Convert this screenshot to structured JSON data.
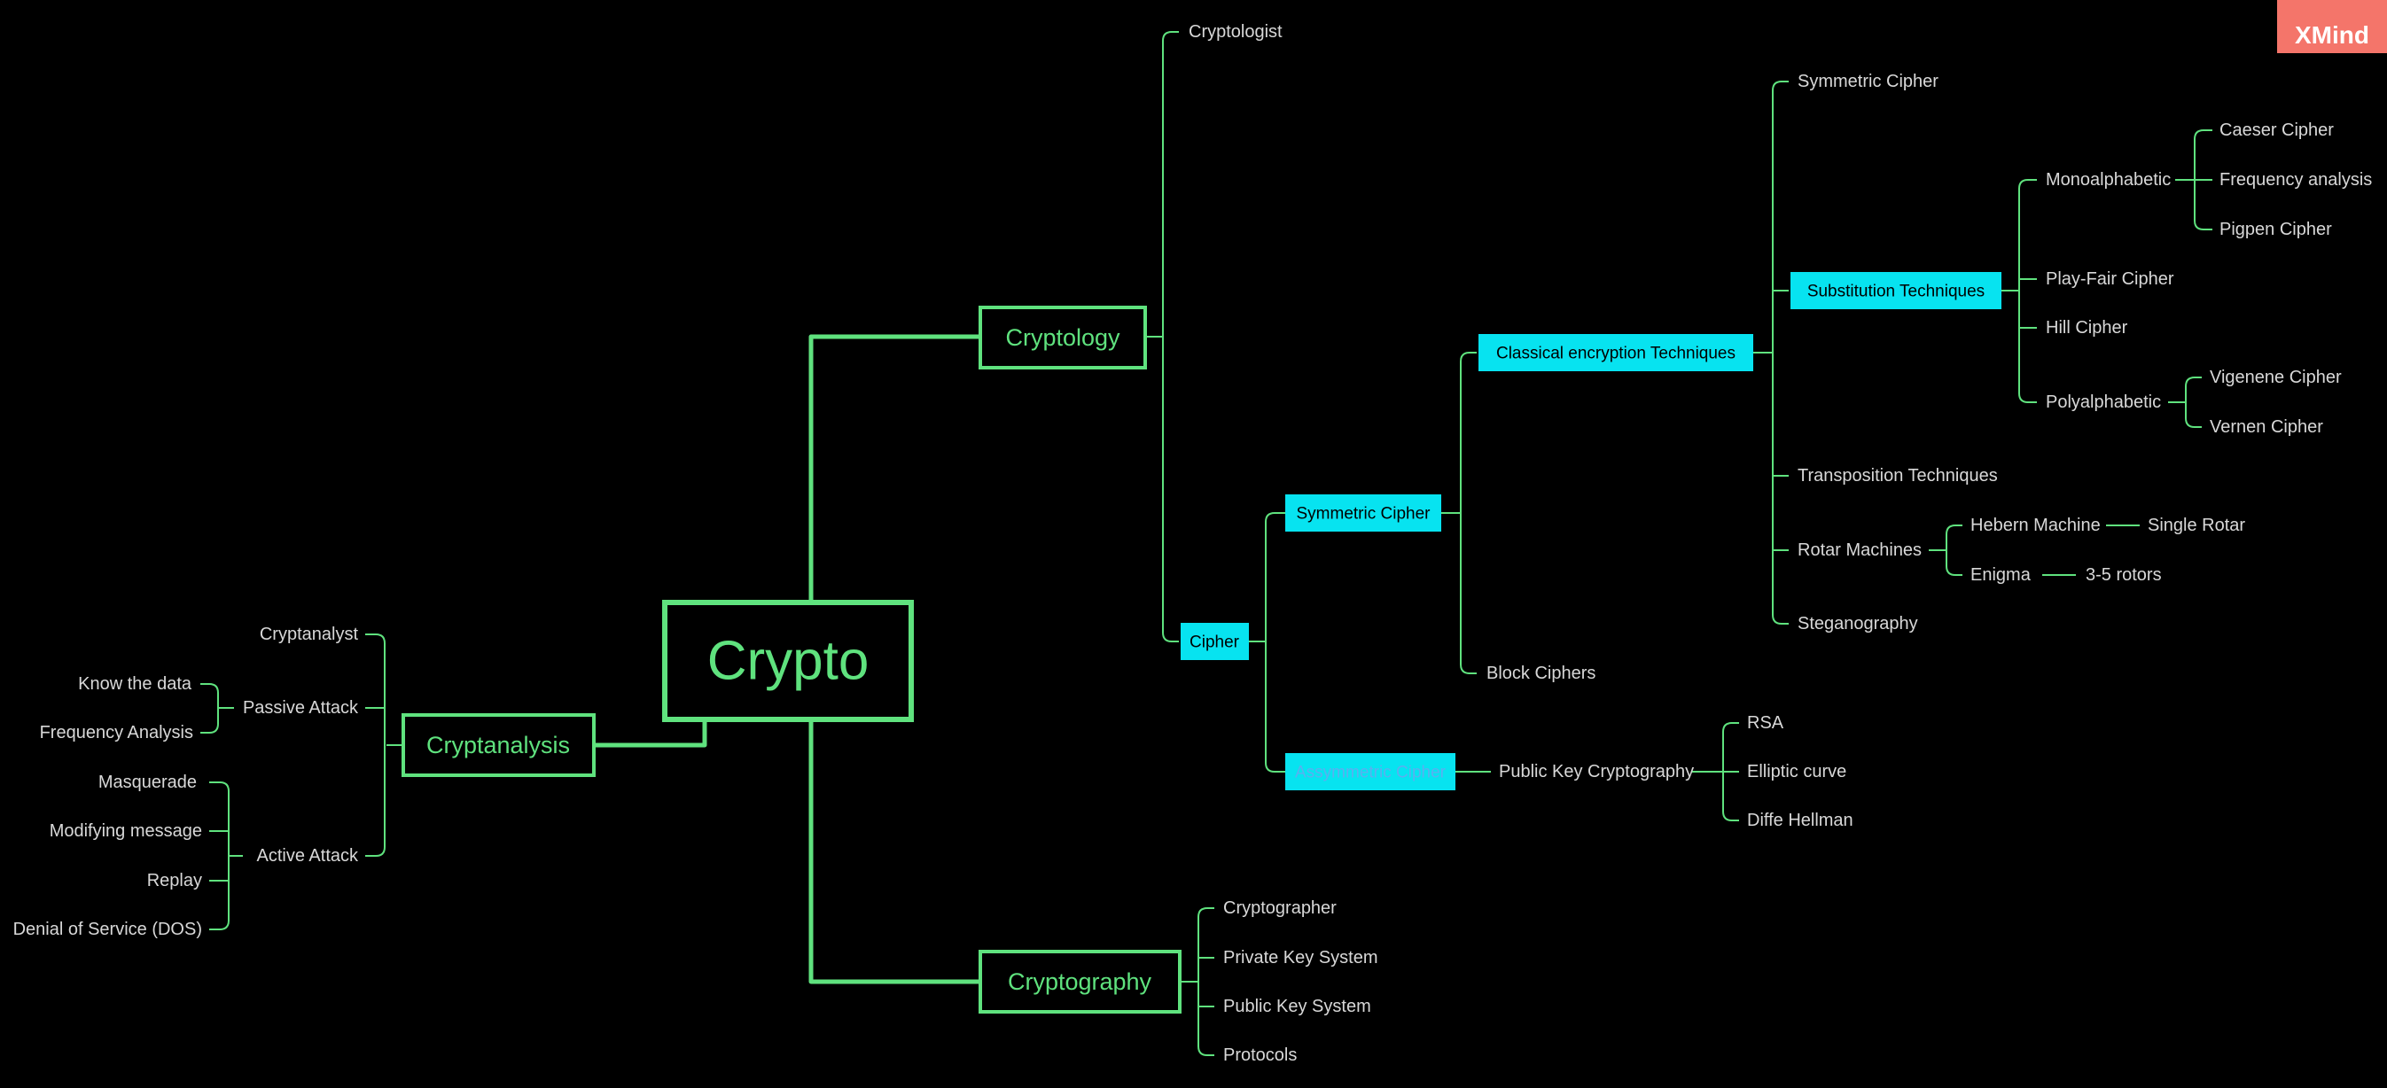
{
  "app": {
    "brand": "XMind",
    "colors": {
      "background": "#000000",
      "line": "#5fe27e",
      "highlight": "#07e3f0",
      "brand": "#f4756a"
    }
  },
  "map": {
    "root": "Crypto",
    "cryptology": {
      "label": "Cryptology",
      "cryptologist": "Cryptologist",
      "cipher": {
        "label": "Cipher",
        "symmetric": {
          "label": "Symmetric Cipher",
          "classical": {
            "label": "Classical encryption Techniques",
            "symmetric_cipher": "Symmetric Cipher",
            "substitution": {
              "label": "Substitution Techniques",
              "monoalphabetic": {
                "label": "Monoalphabetic",
                "items": [
                  "Caeser Cipher",
                  "Frequency analysis",
                  "Pigpen Cipher"
                ]
              },
              "playfair": "Play-Fair Cipher",
              "hill": "Hill Cipher",
              "polyalphabetic": {
                "label": "Polyalphabetic",
                "items": [
                  "Vigenene Cipher",
                  "Vernen Cipher"
                ]
              }
            },
            "transposition": "Transposition Techniques",
            "rotor": {
              "label": "Rotar Machines",
              "hebern": {
                "label": "Hebern Machine",
                "child": "Single Rotar"
              },
              "enigma": {
                "label": "Enigma",
                "child": "3-5 rotors"
              }
            },
            "steganography": "Steganography"
          },
          "block": "Block Ciphers"
        },
        "asymmetric": {
          "label": "Assymmetric Cipher",
          "pkc": {
            "label": "Public Key Cryptography",
            "items": [
              "RSA",
              "Elliptic curve",
              "Diffe Hellman"
            ]
          }
        }
      }
    },
    "cryptography": {
      "label": "Cryptography",
      "items": [
        "Cryptographer",
        "Private Key System",
        "Public Key System",
        "Protocols"
      ]
    },
    "cryptanalysis": {
      "label": "Cryptanalysis",
      "cryptanalyst": "Cryptanalyst",
      "passive": {
        "label": "Passive Attack",
        "items": [
          "Know the data",
          "Frequency Analysis"
        ]
      },
      "active": {
        "label": "Active Attack",
        "items": [
          "Masquerade",
          "Modifying message",
          "Replay",
          "Denial of Service (DOS)"
        ]
      }
    }
  }
}
